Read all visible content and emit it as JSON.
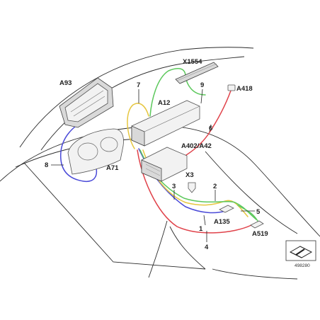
{
  "labels": {
    "a93": "A93",
    "x1554": "X1554",
    "n7": "7",
    "n9": "9",
    "a418": "A418",
    "a12": "A12",
    "n6": "6",
    "a402": "A402/A42",
    "n8": "8",
    "a71": "A71",
    "x3": "X3",
    "n3": "3",
    "n2": "2",
    "n5": "5",
    "a135": "A135",
    "n1": "1",
    "a519": "A519",
    "n4": "4",
    "ref": "498280"
  },
  "icons": {
    "reference": "folded-sheet-icon"
  },
  "colors": {
    "wire_red": "#e0424a",
    "wire_blue": "#4a4ad8",
    "wire_green": "#5cc85c",
    "wire_yellow": "#e6c640",
    "outline": "#2b2b2b"
  }
}
